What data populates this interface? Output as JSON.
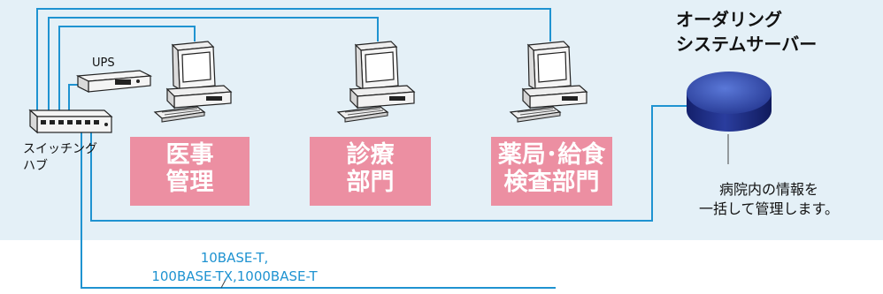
{
  "colors": {
    "background_panel": "#e4f0f7",
    "line": "#1f93d1",
    "department_box": "#ec8fa2",
    "server": "#1f2f8c"
  },
  "labels": {
    "ups": "UPS",
    "switching_hub": [
      "スイッチング",
      "ハブ"
    ],
    "server_title": [
      "オーダリング",
      "システムサーバー"
    ],
    "server_desc": [
      "病院内の情報を",
      "一括して管理します。"
    ],
    "network_spec": [
      "10BASE-T,",
      "100BASE-TX,1000BASE-T"
    ]
  },
  "departments": [
    {
      "line1": "医事",
      "line2": "管理"
    },
    {
      "line1": "診療",
      "line2": "部門"
    },
    {
      "line1": "薬局･給食",
      "line2": "検査部門"
    }
  ]
}
